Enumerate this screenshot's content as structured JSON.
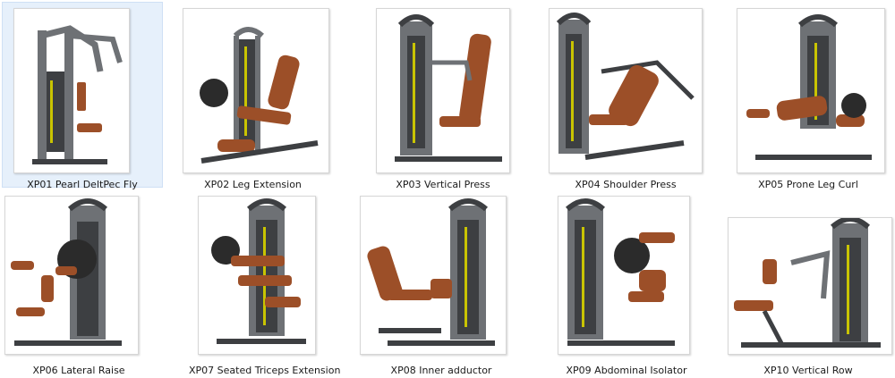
{
  "items": [
    {
      "label": "XP01 Pearl DeltPec Fly",
      "icon": "pec-fly-machine-icon",
      "selected": true
    },
    {
      "label": "XP02 Leg Extension",
      "icon": "leg-extension-machine-icon",
      "selected": false
    },
    {
      "label": "XP03 Vertical Press",
      "icon": "vertical-press-machine-icon",
      "selected": false
    },
    {
      "label": "XP04 Shoulder Press",
      "icon": "shoulder-press-machine-icon",
      "selected": false
    },
    {
      "label": "XP05 Prone Leg Curl",
      "icon": "prone-leg-curl-machine-icon",
      "selected": false
    },
    {
      "label": "XP06 Lateral Raise",
      "icon": "lateral-raise-machine-icon",
      "selected": false
    },
    {
      "label": "XP07 Seated Triceps Extension",
      "icon": "triceps-extension-machine-icon",
      "selected": false
    },
    {
      "label": "XP08 Inner adductor",
      "icon": "inner-adductor-machine-icon",
      "selected": false
    },
    {
      "label": "XP09 Abdominal Isolator",
      "icon": "abdominal-isolator-machine-icon",
      "selected": false
    },
    {
      "label": "XP10 Vertical Row",
      "icon": "vertical-row-machine-icon",
      "selected": false
    }
  ],
  "colors": {
    "frame": "#6e7175",
    "frame_dark": "#3d3f42",
    "pad": "#9c4f28",
    "accent": "#c9c400",
    "selection": "#e6f0fb"
  }
}
